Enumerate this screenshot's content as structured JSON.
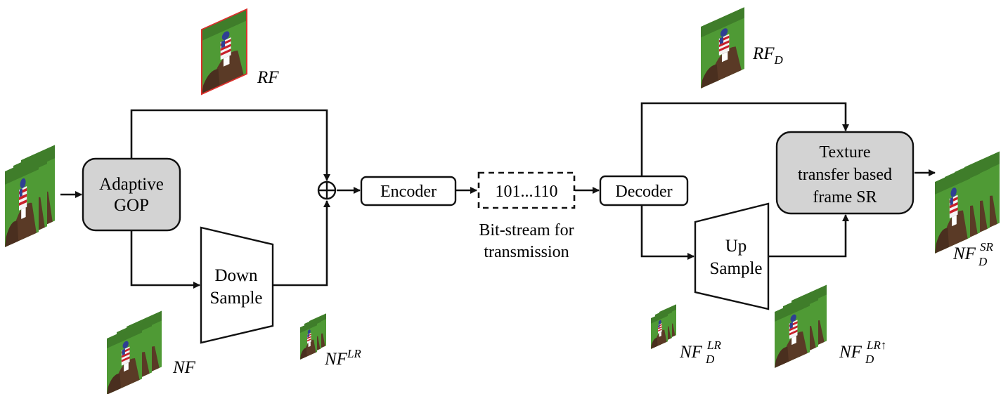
{
  "blocks": {
    "adaptive_gop": [
      "Adaptive",
      "GOP"
    ],
    "down_sample": [
      "Down",
      "Sample"
    ],
    "encoder": "Encoder",
    "bitstream": "101...110",
    "decoder": "Decoder",
    "up_sample": [
      "Up",
      "Sample"
    ],
    "texture_sr": [
      "Texture",
      "transfer based",
      "frame SR"
    ]
  },
  "captions": {
    "bitstream": [
      "Bit-stream for",
      "transmission"
    ]
  },
  "labels": {
    "rf": {
      "base": "RF"
    },
    "nf": {
      "base": "NF"
    },
    "nf_lr": {
      "base": "NF",
      "sup": "LR"
    },
    "rf_d": {
      "base": "RF",
      "sub": "D"
    },
    "nf_d_lr": {
      "base": "NF",
      "sub": "D",
      "sup": "LR"
    },
    "nf_d_lr_up": {
      "base": "NF",
      "sub": "D",
      "sup": "LR↑"
    },
    "nf_d_sr": {
      "base": "NF",
      "sub": "D",
      "sup": "SR"
    }
  },
  "colors": {
    "block_fill_gray": "#d3d3d3",
    "grass": "#4f9a35",
    "rf_border": "#d9302c",
    "jockey_red": "#c8202a",
    "jockey_blue": "#2f3f93",
    "horse_brown": "#5a3a26"
  }
}
